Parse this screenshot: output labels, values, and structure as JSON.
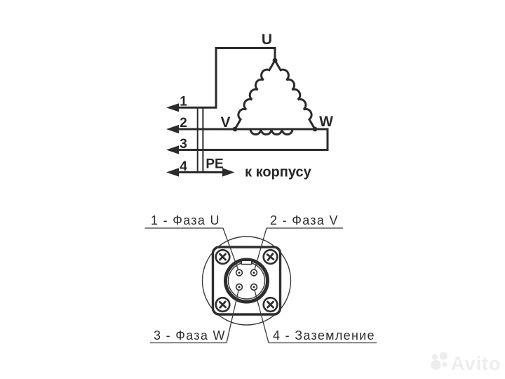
{
  "colors": {
    "background": "#ffffff",
    "diagram_line_dark": "#2b2b2b",
    "diagram_line_medium": "#3a3a3a",
    "watermark_gray": "#ededed"
  },
  "delta_diagram": {
    "terminals": {
      "u": "U",
      "v": "V",
      "w": "W"
    },
    "wires": [
      {
        "number": "1"
      },
      {
        "number": "2"
      },
      {
        "number": "3"
      },
      {
        "number": "4"
      }
    ],
    "pe_label": "PE",
    "chassis_note": "к корпусу"
  },
  "connector_pinout": {
    "pins": [
      {
        "label": "1 - Фаза U"
      },
      {
        "label": "2 - Фаза V"
      },
      {
        "label": "3 - Фаза W"
      },
      {
        "label": "4 - Заземление"
      }
    ]
  },
  "watermark": {
    "text": "Avito"
  }
}
